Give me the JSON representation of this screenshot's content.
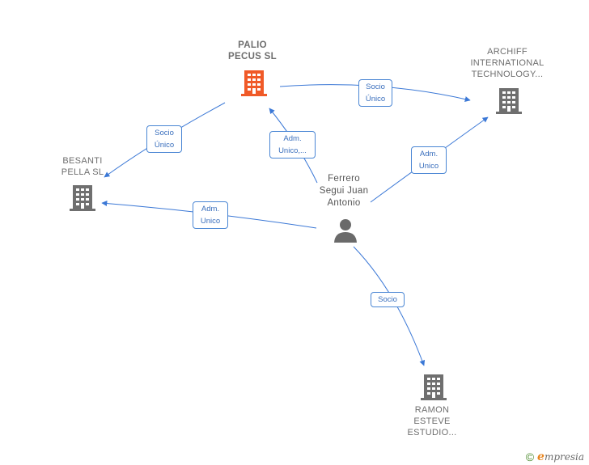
{
  "colors": {
    "edge": "#3b78d6",
    "main_building": "#f05a28",
    "building": "#6f6f6f",
    "person": "#6a6a6a"
  },
  "nodes": {
    "palio": {
      "label": "PALIO\nPECUS  SL",
      "icon": "building-icon"
    },
    "archiff": {
      "label": "ARCHIFF\nINTERNATIONAL\nTECHNOLOGY...",
      "icon": "building-icon"
    },
    "besanti": {
      "label": "BESANTI\nPELLA  SL",
      "icon": "building-icon"
    },
    "ferrero": {
      "label": "Ferrero\nSegui Juan\nAntonio",
      "icon": "person-icon"
    },
    "ramon": {
      "label": "RAMON\nESTEVE\nESTUDIO...",
      "icon": "building-icon"
    }
  },
  "edges": {
    "palio_archiff": "Socio\nÚnico",
    "palio_besanti": "Socio\nÚnico",
    "ferrero_palio": "Adm.\nUnico,...",
    "ferrero_archiff": "Adm.\nUnico",
    "ferrero_besanti": "Adm.\nUnico",
    "ferrero_ramon": "Socio"
  },
  "brand": {
    "copyright": "©",
    "initial": "e",
    "rest": "mpresia"
  }
}
